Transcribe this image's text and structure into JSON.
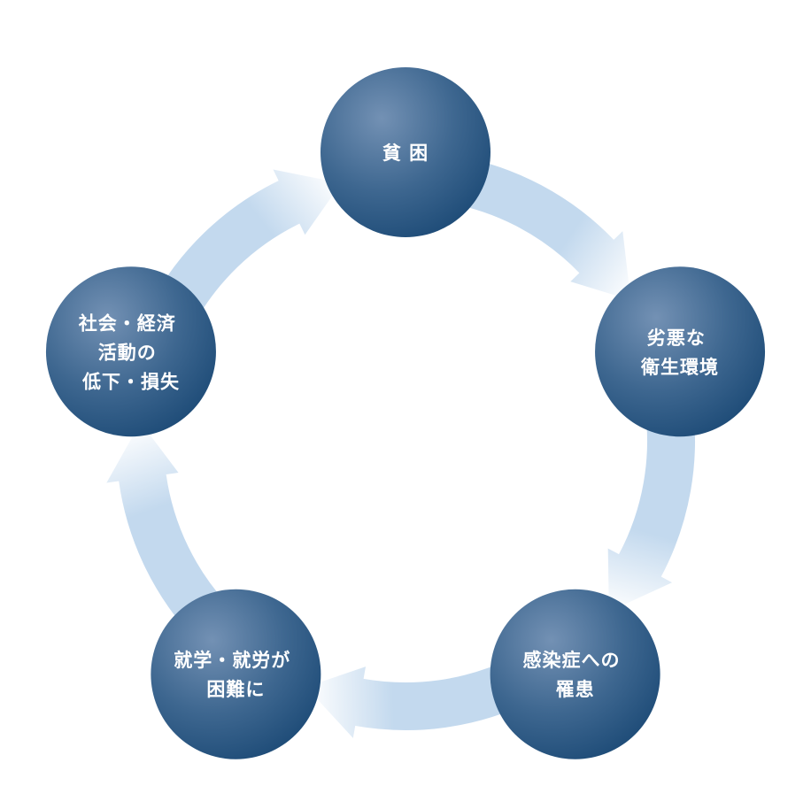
{
  "colors": {
    "node_fill_light": "#7391b4",
    "node_fill_mid": "#3e6790",
    "node_fill_dark": "#1c4a76",
    "ring_color": "#c3d9ee",
    "ring_fade": "#ffffff",
    "label_color": "#ffffff"
  },
  "cycle": {
    "direction": "clockwise",
    "nodes": [
      {
        "id": "poverty",
        "lines": [
          "貧 困"
        ]
      },
      {
        "id": "poor-sanitation",
        "lines": [
          "劣悪な",
          "衛生環境"
        ]
      },
      {
        "id": "infection",
        "lines": [
          "感染症への",
          "罹患"
        ]
      },
      {
        "id": "school-work-difficulty",
        "lines": [
          "就学・就労が",
          "困難に"
        ]
      },
      {
        "id": "socioeconomic-decline",
        "lines": [
          "社会・経済",
          "活動の",
          "低下・損失"
        ]
      }
    ]
  }
}
